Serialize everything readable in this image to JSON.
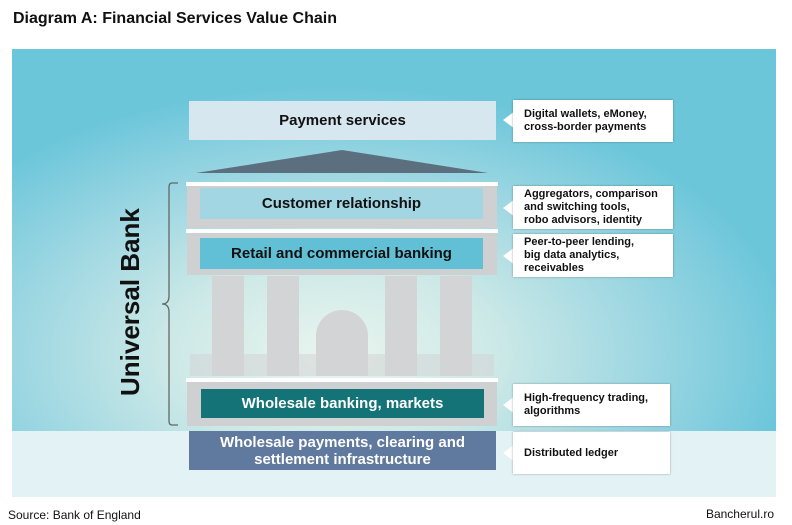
{
  "title": "Diagram A: Financial Services Value Chain",
  "vertical_label": "Universal Bank",
  "layers": {
    "payment": "Payment services",
    "customer": "Customer relationship",
    "retail": "Retail and commercial banking",
    "wholesale_banking": "Wholesale banking, markets",
    "wholesale_payments_line1": "Wholesale payments, clearing and",
    "wholesale_payments_line2": "settlement infrastructure"
  },
  "callouts": {
    "payment": [
      "Digital wallets, eMoney,",
      "cross-border payments"
    ],
    "customer": [
      "Aggregators, comparison",
      "and switching tools,",
      "robo advisors, identity"
    ],
    "retail": [
      "Peer-to-peer lending,",
      "big data analytics,",
      "receivables"
    ],
    "wholesale_banking": [
      "High-frequency trading,",
      "algorithms"
    ],
    "wholesale_payments": [
      "Distributed ledger"
    ]
  },
  "footer": {
    "source": "Source: Bank of England",
    "credit": "Bancherul.ro"
  },
  "colors": {
    "payment_box": "#d7e7ef",
    "customer_box": "#a2d6e2",
    "retail_box": "#62c0d6",
    "wholesale_banking_box": "#137377",
    "wholesale_payments_box": "#60799f",
    "bank_building": "#cfd0d1"
  }
}
